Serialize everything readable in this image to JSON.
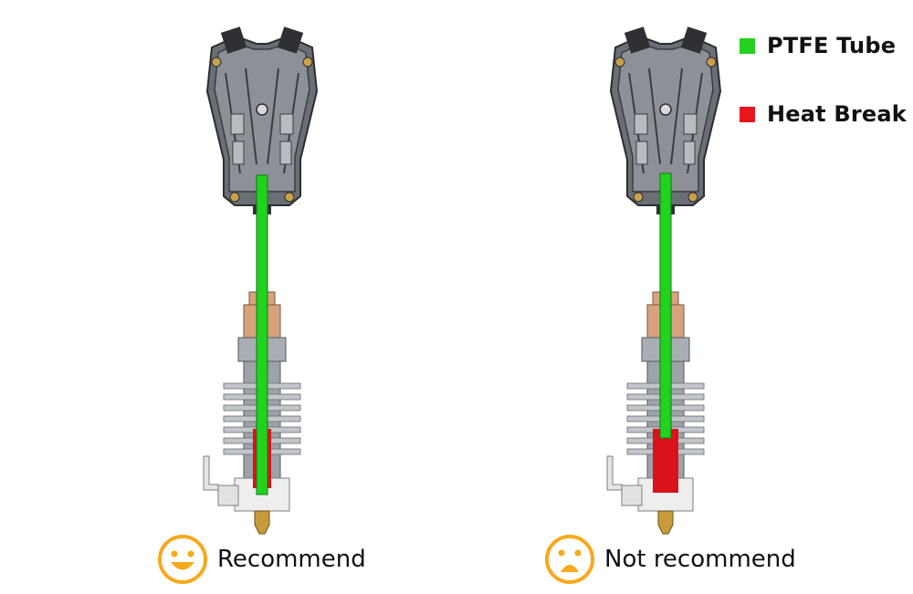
{
  "legend": [
    {
      "label": "PTFE Tube",
      "color": "#22d21f"
    },
    {
      "label": "Heat Break",
      "color": "#e8161b"
    }
  ],
  "captions": {
    "left": {
      "text": "Recommend",
      "face": "smile-emoji-icon"
    },
    "right": {
      "text": "Not recommend",
      "face": "frown-emoji-icon"
    }
  },
  "colors": {
    "emoji": "#f7a91c",
    "ptfe": "#22d21f",
    "heat_break": "#d9131a",
    "housing": "#5b5f66",
    "heatsink": "#a9adb4",
    "copper": "#d8a27f",
    "brass": "#c89b3a"
  }
}
